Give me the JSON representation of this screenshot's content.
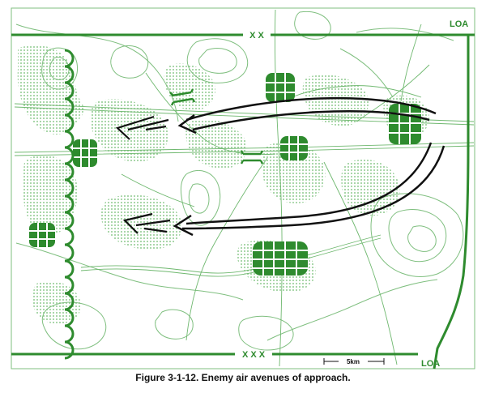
{
  "map": {
    "labels": {
      "loa_top": "LOA",
      "loa_bottom": "LOA",
      "boundary_top": "X X",
      "boundary_bottom": "X X X",
      "scale": "5km"
    },
    "colors": {
      "map_green": "#2e8b2e",
      "contour_green": "#7fbf7f",
      "vegetation_green": "#9fd09f",
      "arrow_black": "#111111",
      "background": "#ffffff"
    }
  },
  "caption": "Figure 3-1-12.  Enemy air avenues of approach."
}
